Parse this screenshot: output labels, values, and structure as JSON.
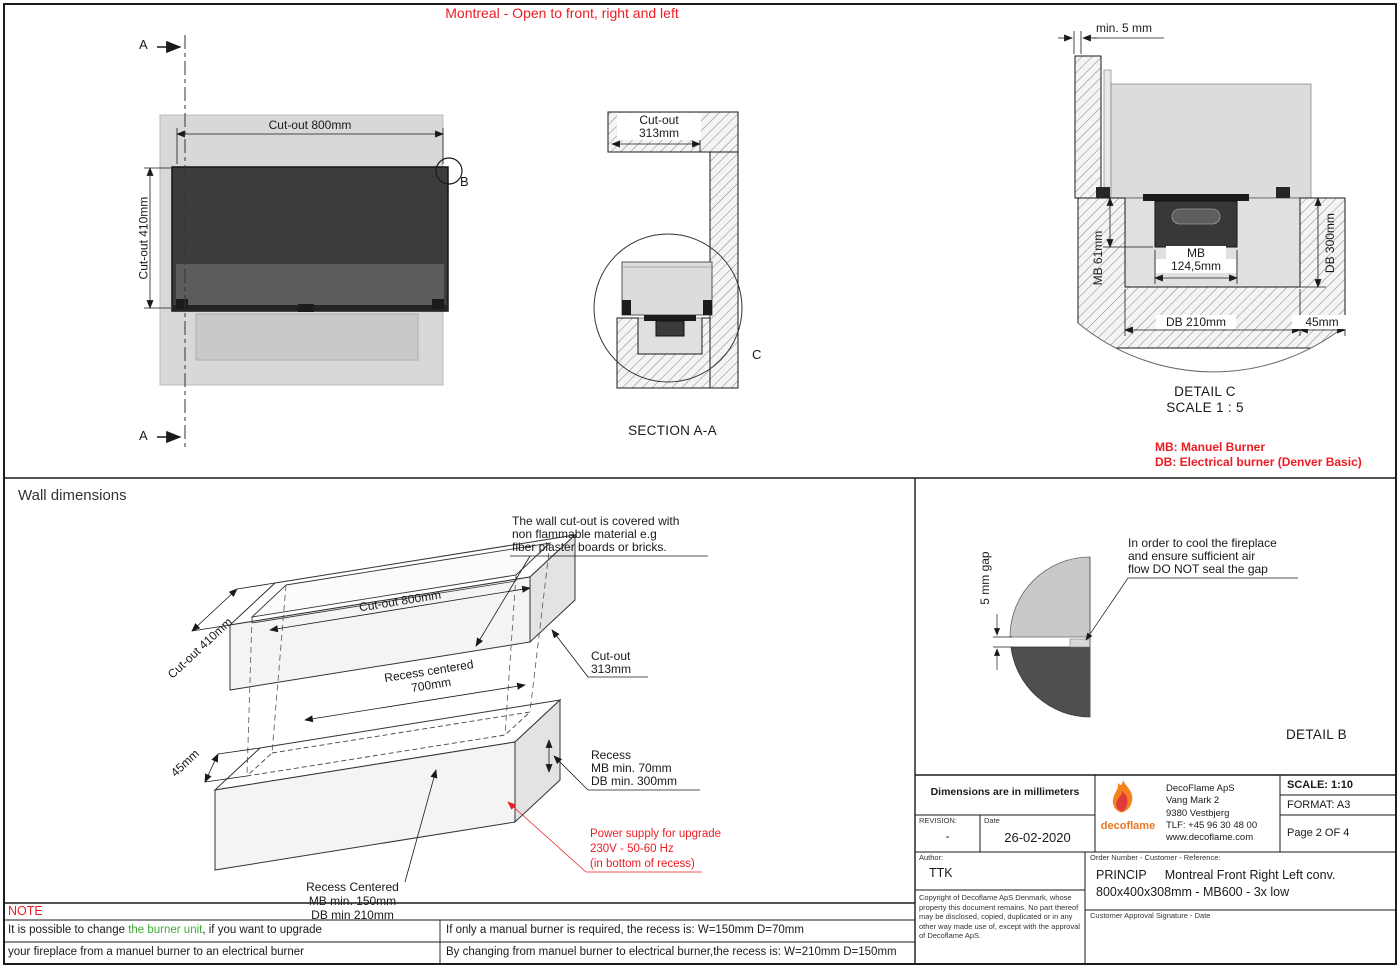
{
  "page": {
    "title": "Montreal - Open to front, right and left"
  },
  "colors": {
    "accent_red": "#ed1c24",
    "highlight_green": "#3faa35",
    "logo_orange": "#e87722"
  },
  "front_view": {
    "section_marker_top": "A",
    "section_marker_bottom": "A",
    "dim_width": "Cut-out 800mm",
    "dim_height": "Cut-out 410mm",
    "detail_marker": "B"
  },
  "section_aa": {
    "dim_depth_l1": "Cut-out",
    "dim_depth_l2": "313mm",
    "detail_marker": "C",
    "caption": "SECTION A-A"
  },
  "detail_c": {
    "dim_min_gap": "min. 5 mm",
    "dim_mb_l1": "MB",
    "dim_mb_l2": "124,5mm",
    "dim_mb_height": "MB 61mm",
    "dim_db_height": "DB 300mm",
    "dim_db_width": "DB 210mm",
    "dim_offset": "45mm",
    "caption_l1": "DETAIL C",
    "caption_l2": "SCALE 1 : 5",
    "legend_mb": "MB: Manuel Burner",
    "legend_db": "DB: Electrical burner (Denver Basic)"
  },
  "wall_dimensions": {
    "heading": "Wall dimensions",
    "cover_note_l1": "The wall cut-out is covered with",
    "cover_note_l2": "non flammable material e.g",
    "cover_note_l3": "fiber plaster boards or bricks.",
    "dim_cutout_width": "Cut-out 800mm",
    "dim_cutout_height": "Cut-out 410mm",
    "dim_recess_centered_l1": "Recess centered",
    "dim_recess_centered_l2": "700mm",
    "dim_offset": "45mm",
    "label_cutout_depth_l1": "Cut-out",
    "label_cutout_depth_l2": "313mm",
    "label_recess_l1": "Recess",
    "label_recess_l2": "MB min. 70mm",
    "label_recess_l3": "DB min. 300mm",
    "power_note_l1": "Power supply for upgrade",
    "power_note_l2": "230V - 50-60 Hz",
    "power_note_l3": "(in bottom of recess)",
    "recess_centered_note_l1": "Recess Centered",
    "recess_centered_note_l2": "MB min. 150mm",
    "recess_centered_note_l3": "DB min 210mm"
  },
  "detail_b": {
    "dim_gap": "5 mm gap",
    "note_l1": "In order to cool the fireplace",
    "note_l2": "and ensure sufficient air",
    "note_l3": "flow DO NOT seal the gap",
    "caption": "DETAIL B"
  },
  "title_block": {
    "dims_note": "Dimensions are in millimeters",
    "revision_label": "REVISION:",
    "revision_value": "-",
    "date_label": "Date",
    "date_value": "26-02-2020",
    "author_label": "Author:",
    "author_value": "TTK",
    "copyright": "Copyright of Decoflame ApS Denmark, whose property this document remains. No part thereof may be disclosed, copied, duplicated or in any other way made use of, except with the approval of Decoflame ApS.",
    "logo_text": "decoflame",
    "company_name": "DecoFlame ApS",
    "company_addr1": "Vang Mark 2",
    "company_addr2": "9380 Vestbjerg",
    "company_phone": "TLF: +45 96 30 48 00",
    "company_web": "www.decoflame.com",
    "scale": "SCALE: 1:10",
    "format": "FORMAT: A3",
    "page": "Page 2 OF 4",
    "order_label": "Order Number - Customer - Reference:",
    "order_code": "PRINCIP",
    "order_l1": "Montreal Front Right Left conv.",
    "order_l2": "800x400x308mm - MB600 - 3x low",
    "approval_label": "Customer Approval Signature - Date"
  },
  "note": {
    "heading": "NOTE",
    "left_l1_pre": "It is possible to change ",
    "left_l1_highlight": "the burner unit",
    "left_l1_post": ", if you want to upgrade",
    "left_l2": "your fireplace from a manuel burner to an electrical burner",
    "right_l1": "If only a manual burner is required, the recess is: W=150mm D=70mm",
    "right_l2": "By changing from manuel burner to electrical burner,the recess is: W=210mm D=150mm"
  }
}
